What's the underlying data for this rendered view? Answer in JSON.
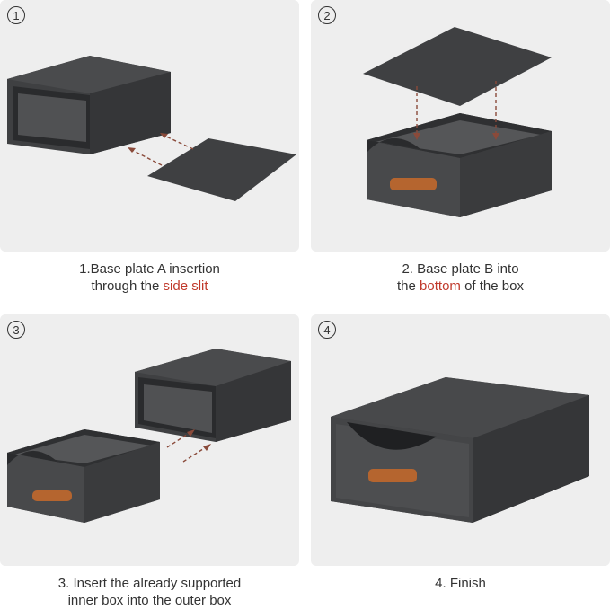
{
  "steps": [
    {
      "number": "1",
      "caption_line1": "1.Base plate A insertion",
      "caption_line2_pre": "through the ",
      "caption_line2_hl": "side slit",
      "caption_line2_post": ""
    },
    {
      "number": "2",
      "caption_line1": "2. Base plate B into",
      "caption_line2_pre": "the ",
      "caption_line2_hl": "bottom",
      "caption_line2_post": " of the box"
    },
    {
      "number": "3",
      "caption_line1": "3. Insert the already supported",
      "caption_line2_pre": "inner box into the outer box",
      "caption_line2_hl": "",
      "caption_line2_post": ""
    },
    {
      "number": "4",
      "caption_line1": "4. Finish",
      "caption_line2_pre": "",
      "caption_line2_hl": "",
      "caption_line2_post": ""
    }
  ],
  "colors": {
    "panel_bg": "#eeeeee",
    "box_dark": "#3f4042",
    "box_mid": "#4a4b4d",
    "box_light": "#58595b",
    "handle": "#b5652f",
    "highlight": "#c0392b",
    "arrow": "#8a4a3a"
  }
}
